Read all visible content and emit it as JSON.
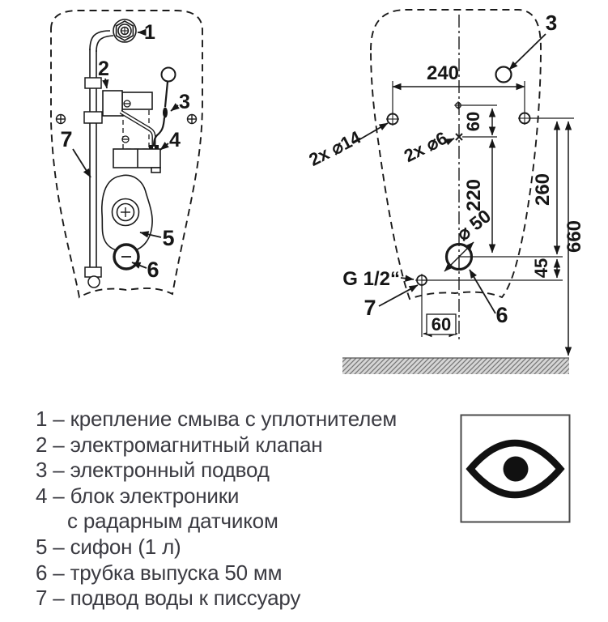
{
  "diagram_left": {
    "callouts": {
      "flush": "1",
      "valve": "2",
      "supply": "3",
      "unit": "4",
      "siphon": "5",
      "outlet": "6",
      "water": "7"
    }
  },
  "diagram_right": {
    "callouts": {
      "sensor": "3",
      "outlet": "6",
      "water": "7"
    },
    "dim_width": "240",
    "dim_top_offset": "60",
    "dim_mid": "220",
    "dim_right": "260",
    "dim_height": "660",
    "dim_outlet_offset": "45",
    "dim_bottom": "60",
    "label_mount_holes": "2x ⌀14",
    "label_fix_holes": "2x ⌀6",
    "label_outlet": "⌀ 50",
    "label_thread": "G 1/2“"
  },
  "legend": {
    "items": [
      {
        "line": "1 – крепление смыва с уплотнителем"
      },
      {
        "line": "2 – электромагнитный клапан"
      },
      {
        "line": "3 – электронный подвод"
      },
      {
        "line": "4 – блок электроники"
      },
      {
        "line": "с радарным датчиком"
      },
      {
        "line": "5 – сифон (1 л)"
      },
      {
        "line": "6 – трубка выпуска 50 мм"
      },
      {
        "line": "7 – подвод воды к писсуару"
      }
    ]
  },
  "colors": {
    "line": "#1a1a1a",
    "legend_text": "#3b3b42",
    "hatch_bg": "#d6d6d6",
    "hatch_line": "#777777"
  }
}
